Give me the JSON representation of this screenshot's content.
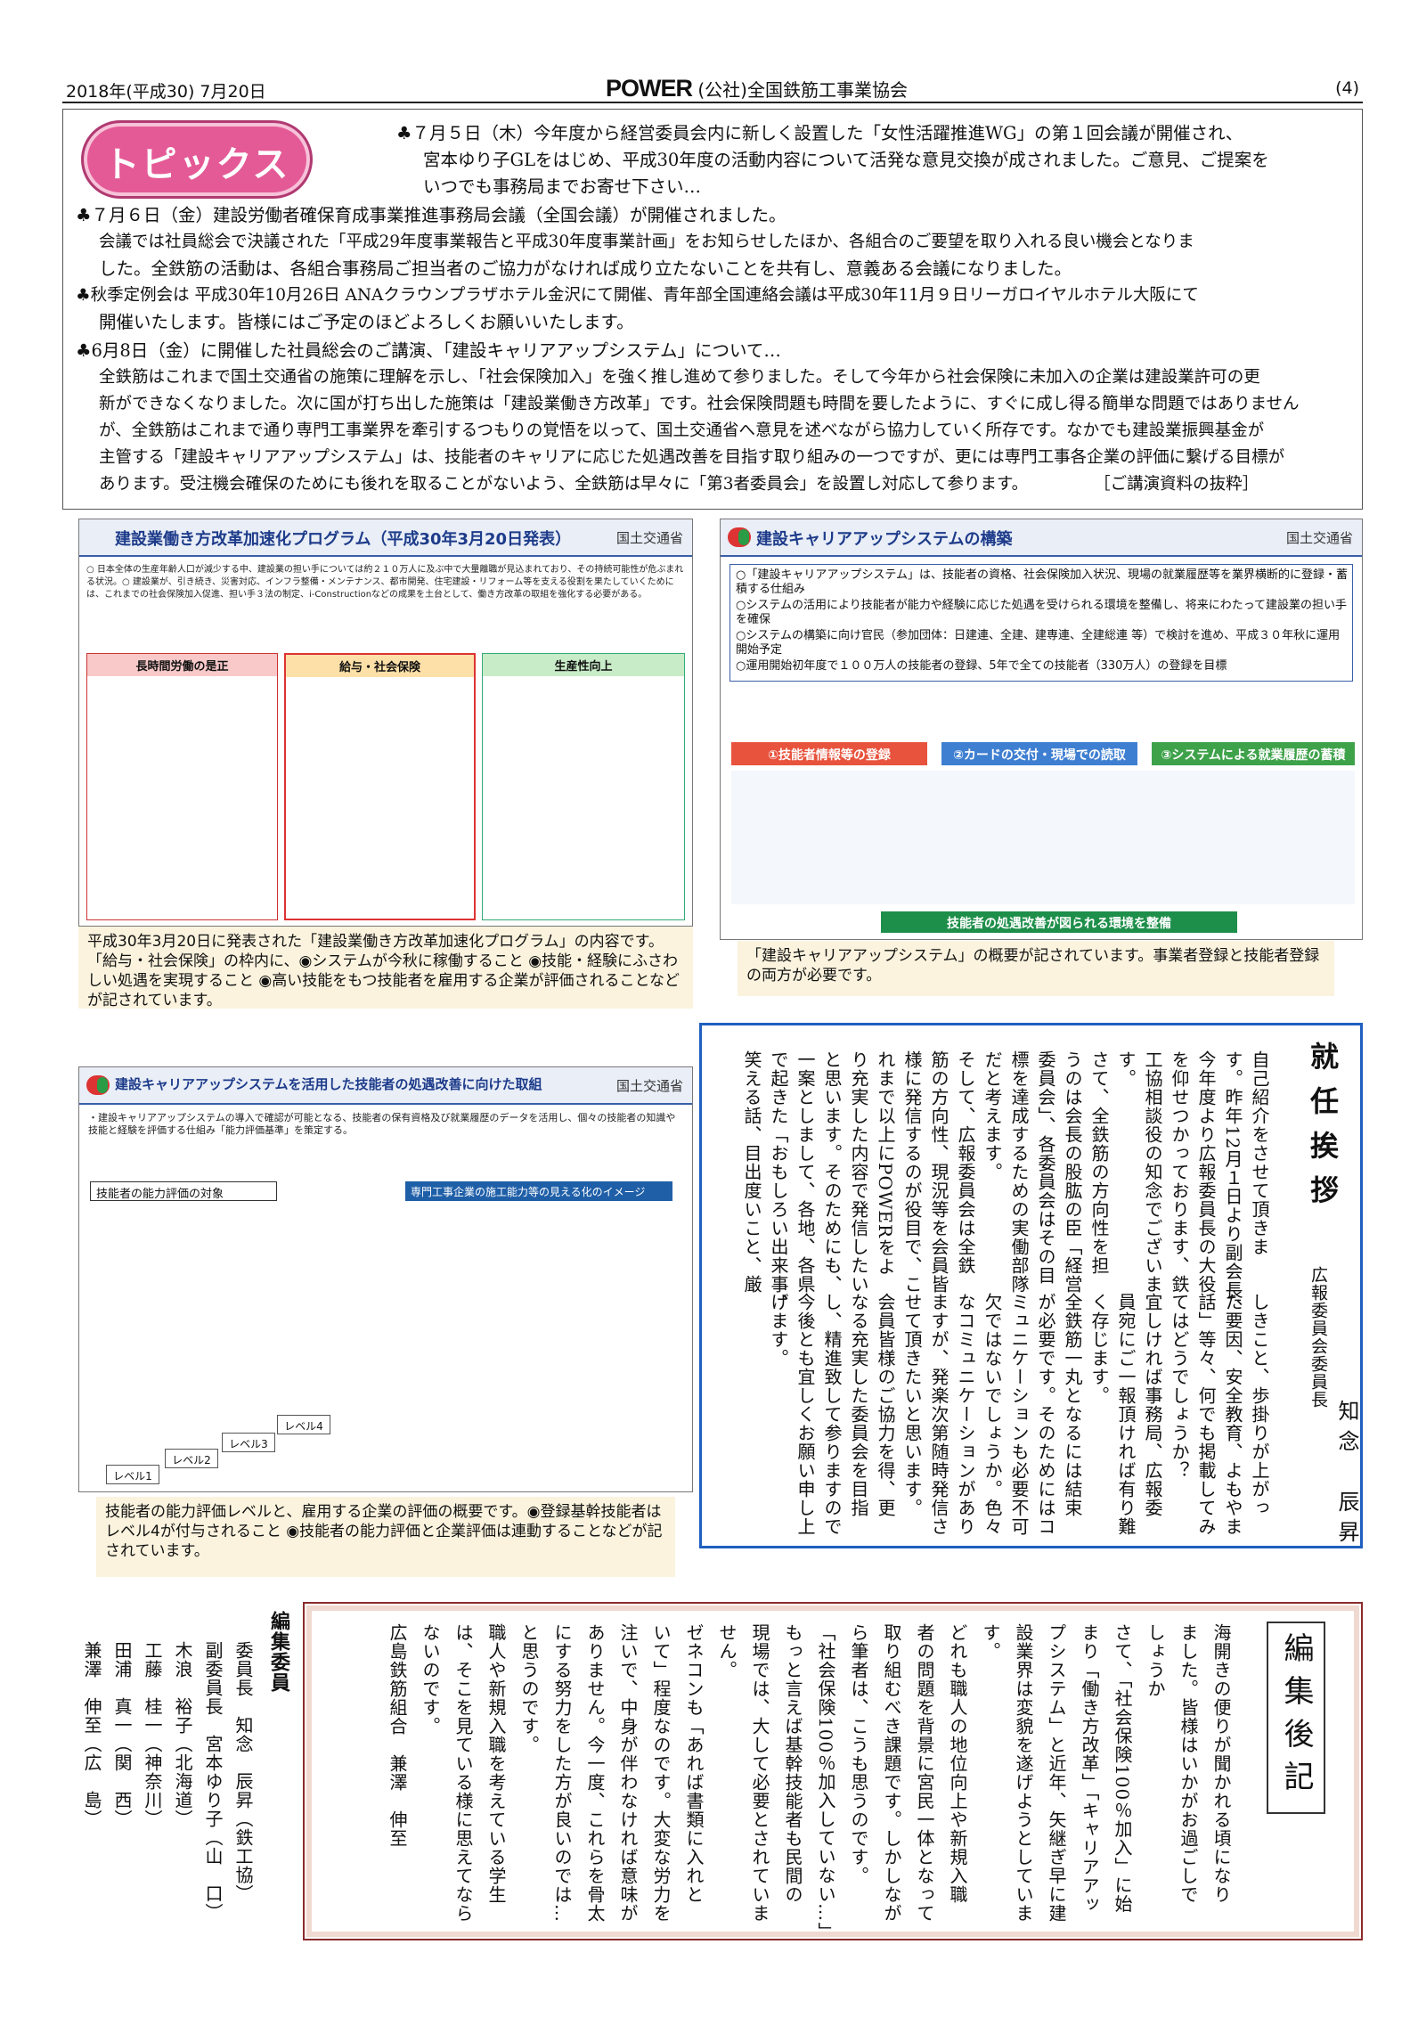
{
  "header": {
    "date": "2018年(平成30) 7月20日",
    "brand": "POWER",
    "org": "(公社)全国鉄筋工事業協会",
    "page": "(4)"
  },
  "topics": {
    "badge": "トピックス",
    "lines": [
      "♣７月５日（木）今年度から経営委員会内に新しく設置した「女性活躍推進WG」の第１回会議が開催され、",
      "宮本ゆり子GLをはじめ、平成30年度の活動内容について活発な意見交換が成されました。ご意見、ご提案を",
      "いつでも事務局までお寄せ下さい…",
      "♣７月６日（金）建設労働者確保育成事業推進事務局会議（全国会議）が開催されました。",
      "会議では社員総会で決議された「平成29年度事業報告と平成30年度事業計画」をお知らせしたほか、各組合のご要望を取り入れる良い機会となりま",
      "した。全鉄筋の活動は、各組合事務局ご担当者のご協力がなければ成り立たないことを共有し、意義ある会議になりました。",
      "♣秋季定例会は 平成30年10月26日 ANAクラウンプラザホテル金沢にて開催、青年部全国連絡会議は平成30年11月９日リーガロイヤルホテル大阪にて",
      "開催いたします。皆様にはご予定のほどよろしくお願いいたします。",
      "♣6月8日（金）に開催した社員総会のご講演、「建設キャリアアップシステム」について…",
      "全鉄筋はこれまで国土交通省の施策に理解を示し、「社会保険加入」を強く推し進めて参りました。そして今年から社会保険に未加入の企業は建設業許可の更",
      "新ができなくなりました。次に国が打ち出した施策は「建設業働き方改革」です。社会保険問題も時間を要したように、すぐに成し得る簡単な問題ではありません",
      "が、全鉄筋はこれまで通り専門工事業界を牽引するつもりの覚悟を以って、国土交通省へ意見を述べながら協力していく所存です。なかでも建設業振興基金が",
      "主管する「建設キャリアアップシステム」は、技能者のキャリアに応じた処遇改善を目指す取り組みの一つですが、更には専門工事各企業の評価に繋げる目標が",
      "あります。受注機会確保のためにも後れを取ることがないよう、全鉄筋は早々に「第3者委員会」を設置し対応して参ります。　　　　　［ご講演資料の抜粋］"
    ]
  },
  "fig1": {
    "title": "建設業働き方改革加速化プログラム（平成30年3月20日発表）",
    "ministry": "国土交通省",
    "intro": "○ 日本全体の生産年齢人口が減少する中、建設業の担い手については約２１０万人に及ぶ中で大量離職が見込まれており、その持続可能性が危ぶまれる状況。○ 建設業が、引き続き、災害対応、インフラ整備・メンテナンス、都市開発、住宅建設・リフォーム等を支える役割を果たしていくためには、これまでの社会保険加入促進、担い手３法の制定、i-Constructionなどの成果を土台として、働き方改革の取組を強化する必要がある。",
    "columns": [
      "長時間労働の是正",
      "給与・社会保険",
      "生産性向上"
    ],
    "caption": "平成30年3月20日に発表された「建設業働き方改革加速化プログラム」の内容です。「給与・社会保険」の枠内に、◉システムが今秋に稼働すること ◉技能・経験にふさわしい処遇を実現すること ◉高い技能をもつ技能者を雇用する企業が評価されることなどが記されています。"
  },
  "fig2": {
    "title": "建設キャリアアップシステムの構築",
    "ministry": "国土交通省",
    "points": [
      "○「建設キャリアアップシステム」は、技能者の資格、社会保険加入状況、現場の就業履歴等を業界横断的に登録・蓄積する仕組み",
      "○システムの活用により技能者が能力や経験に応じた処遇を受けられる環境を整備し、将来にわたって建設業の担い手を確保",
      "○システムの構築に向け官民（参加団体：日建連、全建、建専連、全建総連 等）で検討を進め、平成３０年秋に運用開始予定",
      "○運用開始初年度で１００万人の技能者の登録、5年で全ての技能者（330万人）の登録を目標"
    ],
    "steps": [
      "①技能者情報等の登録",
      "②カードの交付・現場での読取",
      "③システムによる就業履歴の蓄積"
    ],
    "footer": "技能者の処遇改善が図られる環境を整備",
    "caption": "「建設キャリアアップシステム」の概要が記されています。事業者登録と技能者登録の両方が必要です。"
  },
  "fig3": {
    "title": "建設キャリアアップシステムを活用した技能者の処遇改善に向けた取組",
    "ministry": "国土交通省",
    "intro": "・建設キャリアアップシステムの導入で確認が可能となる、技能者の保有資格及び就業履歴のデータを活用し、個々の技能者の知識や技能と経験を評価する仕組み「能力評価基準」を策定する。",
    "box1": "技能者の能力評価の対象",
    "box2": "専門工事企業の施工能力等の見える化のイメージ",
    "levels": [
      "レベル1",
      "レベル2",
      "レベル3",
      "レベル4"
    ],
    "caption": "技能者の能力評価レベルと、雇用する企業の評価の概要です。◉登録基幹技能者はレベル4が付与されること ◉技能者の能力評価と企業評価は連動することなどが記されています。"
  },
  "greeting": {
    "title": "就任挨拶",
    "role": "広報委員会委員長",
    "name": "知念　辰昇",
    "cols": [
      "自己紹介をさせて頂きま",
      "す。昨年12月１日より副会長、",
      "今年度より広報委員長の大役",
      "を仰せつかっております、鉄",
      "工協相談役の知念でございま",
      "す。",
      "さて、全鉄筋の方向性を担",
      "うのは会長の股肱の臣「経営",
      "委員会」、各委員会はその目",
      "標を達成するための実働部隊",
      "だと考えます。",
      "そして、広報委員会は全鉄",
      "筋の方向性、現況等を会員皆",
      "様に発信するのが役目で、こ",
      "れまで以上にPOWERをよ",
      "り充実した内容で発信したい",
      "と思います。そのためにも、",
      "一案としまして、各地、各県",
      "で起きた「おもしろい出来事、",
      "笑える話、目出度いこと、厳",
      "しきこと、歩掛りが上がっ",
      "た要因、安全教育、よもやま",
      "話」等々、何でも掲載してみ",
      "てはどうでしょうか？",
      "宜しければ事務局、広報委",
      "員宛にご一報頂ければ有り難",
      "く存じます。",
      "全鉄筋一丸となるには結束",
      "が必要です。そのためにはコ",
      "ミュニケーションも必要不可",
      "欠ではないでしょうか。色々",
      "なコミュニケーションがあり",
      "ますが、発楽次第随時発信さ",
      "せて頂きたいと思います。",
      "会員皆様のご協力を得、更",
      "なる充実した委員会を目指",
      "し、精進致して参りますので",
      "今後とも宜しくお願い申し上",
      "げます。"
    ]
  },
  "editors": {
    "title": "編集委員",
    "rows": [
      "委員長　知念　辰昇（鉄工協）",
      "副委員長　宮本ゆり子（山　口）",
      "木浪　裕子（北海道）",
      "工藤　桂一（神奈川）",
      "田浦　真一（関　西）",
      "兼澤　伸至（広　島）"
    ]
  },
  "postscript": {
    "title": "編集後記",
    "cols": [
      "海開きの便りが聞かれる頃になり",
      "ました。皆様はいかがお過ごしで",
      "しょうか",
      "さて、「社会保険100％加入」に始",
      "まり「働き方改革」「キャリアアッ",
      "プシステム」と近年、矢継ぎ早に建",
      "設業界は変貌を遂げようとしていま",
      "す。",
      "どれも職人の地位向上や新規入職",
      "者の問題を背景に宮民一体となって",
      "取り組むべき課題です。しかしなが",
      "ら筆者は、こうも思うのです。",
      "「社会保険100％加入していない…」",
      "もっと言えば基幹技能者も民間の",
      "現場では、大して必要とされていま",
      "せん。",
      "ゼネコンも「あれば書類に入れと",
      "いて」程度なのです。大変な労力を",
      "注いで、中身が伴わなければ意味が",
      "ありません。今一度、これらを骨太",
      "にする努力をした方が良いのでは…",
      "と思うのです。",
      "職人や新規入職を考えている学生",
      "は、そこを見ている様に思えてなら",
      "ないのです。",
      "広島鉄筋組合　兼澤　伸至"
    ]
  }
}
